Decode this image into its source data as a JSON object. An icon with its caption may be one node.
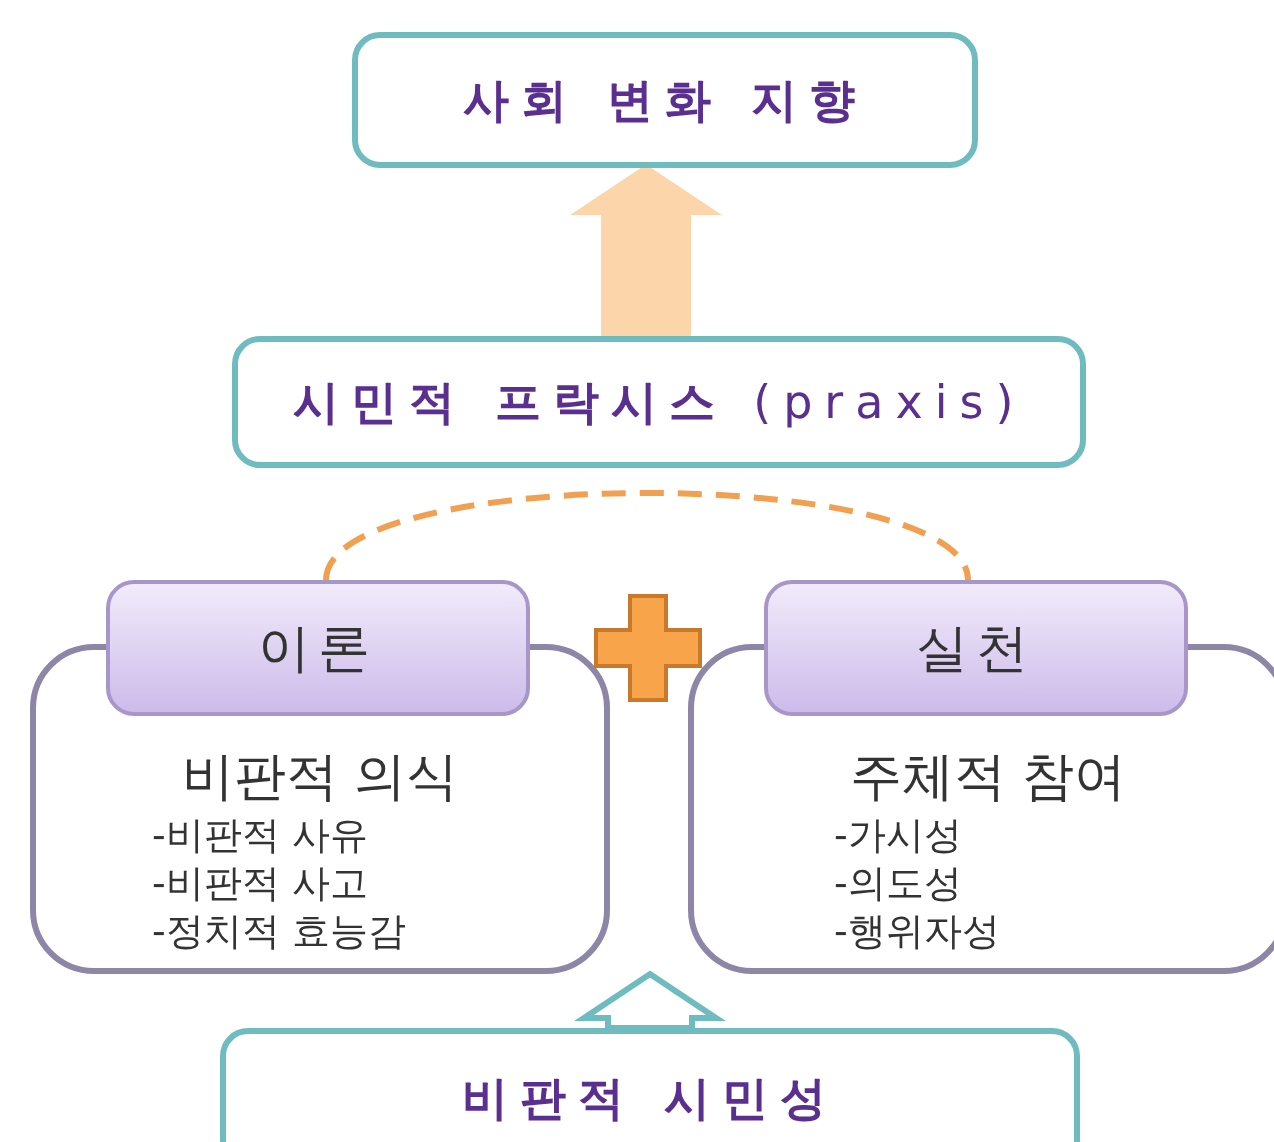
{
  "diagram": {
    "nodes": [
      {
        "text": [
          "사회 변화 지향"
        ]
      },
      {
        "text": [
          "**시민적 프락시스** (praxis)"
        ]
      },
      {
        "text": [
          "이론"
        ]
      },
      {
        "text": [
          "비판적 의식",
          "-비판적 사유",
          "-비판적 사고",
          "-정치적 효능감"
        ]
      },
      {
        "text": [
          "실천"
        ]
      },
      {
        "text": [
          "주체적 참여",
          "-가시성",
          "-의도성",
          "-행위자성"
        ]
      },
      {
        "text": [
          "비판적 시민성"
        ]
      }
    ],
    "edges": [
      {
        "from": 1,
        "to": 0,
        "arrow": "to"
      },
      {
        "from": 2,
        "to": 4,
        "arrow": "none",
        "style": "dashed",
        "color": "#f0a050"
      },
      {
        "from": 6,
        "to": null,
        "arrow": "to"
      }
    ]
  }
}
